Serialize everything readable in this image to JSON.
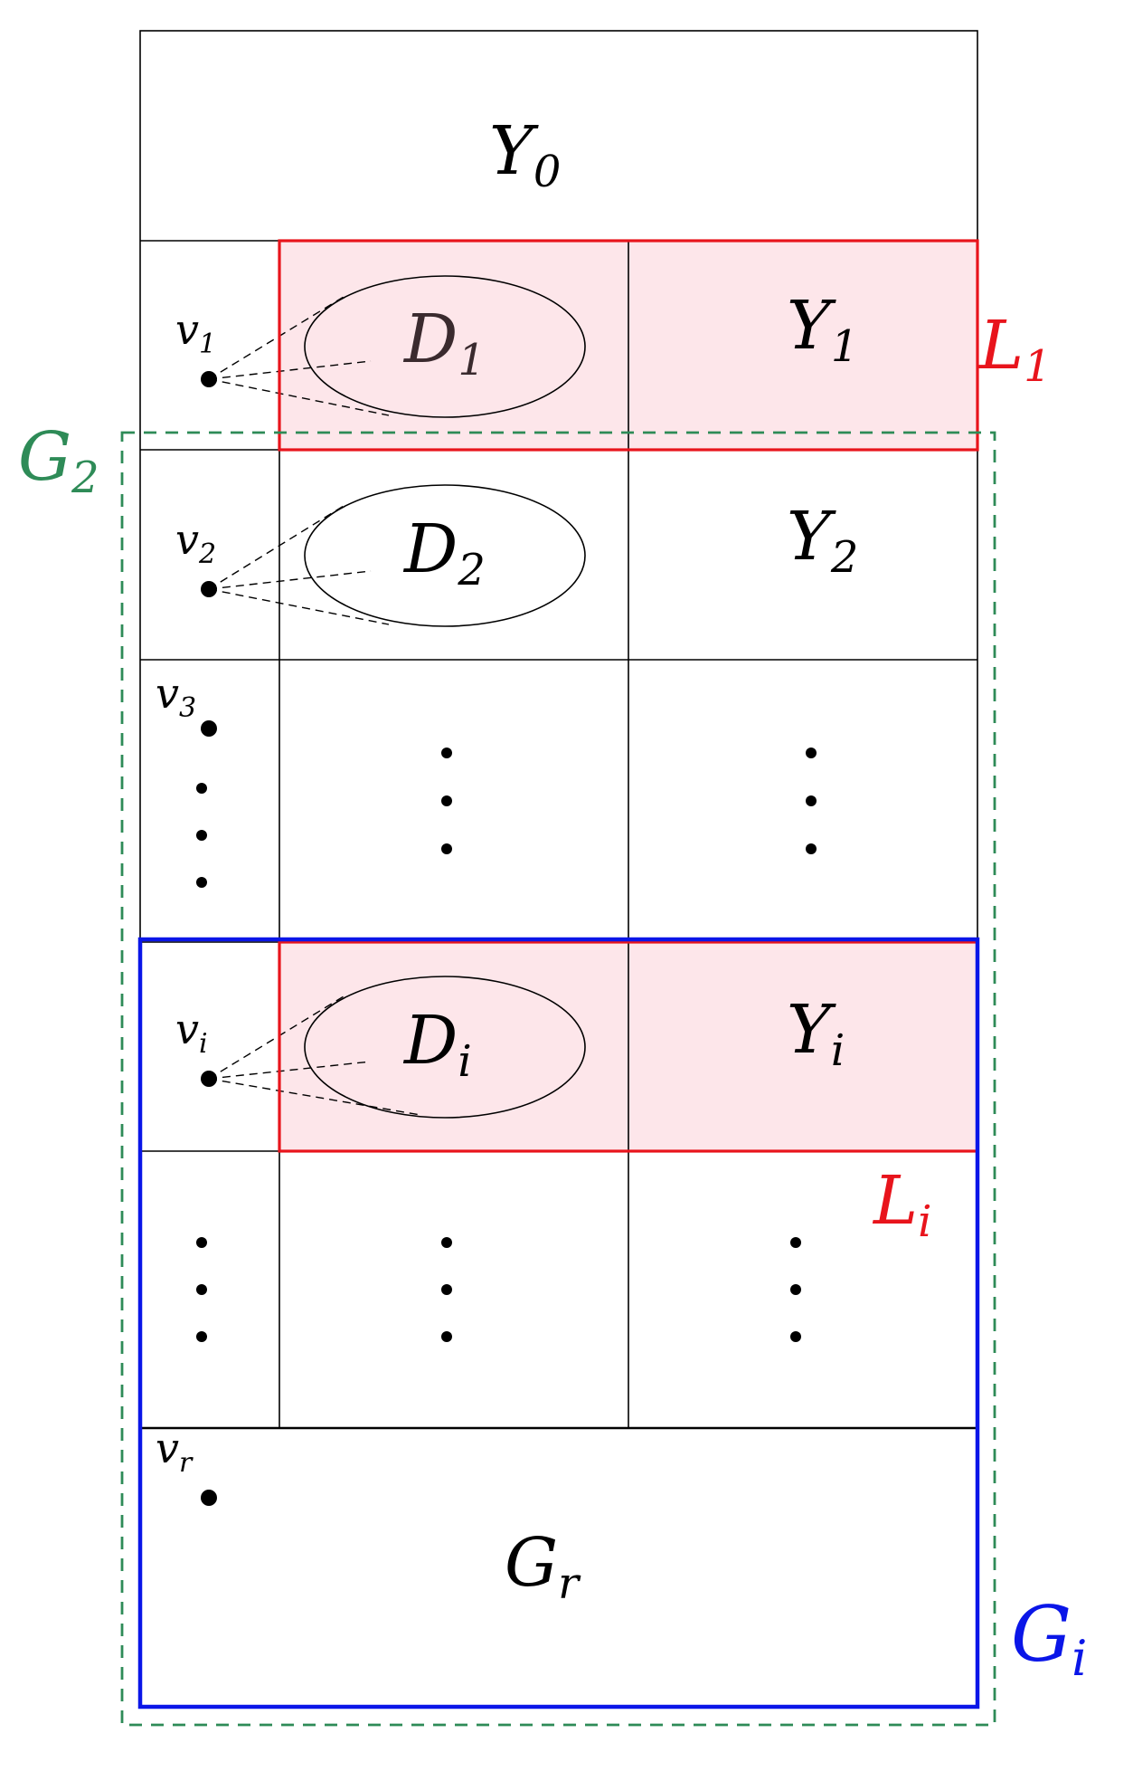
{
  "colors": {
    "red": "#e8141c",
    "blue": "#0a16e8",
    "green": "#2e8b57",
    "pink_fill": "#fde6ea",
    "line": "#000000"
  },
  "labels": {
    "y0": {
      "base": "Y",
      "sub": "0"
    },
    "y1": {
      "base": "Y",
      "sub": "1"
    },
    "y2": {
      "base": "Y",
      "sub": "2"
    },
    "yi": {
      "base": "Y",
      "sub": "i"
    },
    "d1": {
      "base": "D",
      "sub": "1"
    },
    "d2": {
      "base": "D",
      "sub": "2"
    },
    "di": {
      "base": "D",
      "sub": "i"
    },
    "v1": {
      "base": "v",
      "sub": "1"
    },
    "v2": {
      "base": "v",
      "sub": "2"
    },
    "v3": {
      "base": "v",
      "sub": "3"
    },
    "vi": {
      "base": "v",
      "sub": "i"
    },
    "vr": {
      "base": "v",
      "sub": "r"
    },
    "gr": {
      "base": "G",
      "sub": "r"
    },
    "l1": {
      "base": "L",
      "sub": "1"
    },
    "li": {
      "base": "L",
      "sub": "i"
    },
    "g2": {
      "base": "G",
      "sub": "2"
    },
    "gi": {
      "base": "G",
      "sub": "i"
    }
  }
}
